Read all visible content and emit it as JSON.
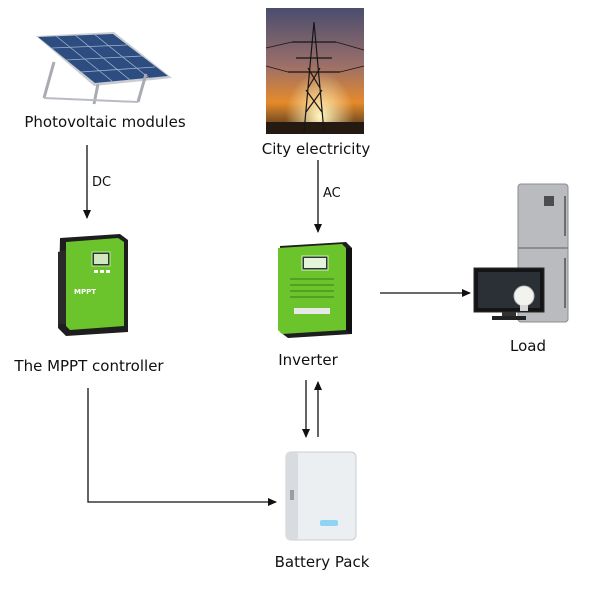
{
  "nodes": {
    "pv": {
      "label": "Photovoltaic modules"
    },
    "grid": {
      "label": "City electricity"
    },
    "mppt": {
      "label": "The MPPT controller",
      "device_text": "MPPT"
    },
    "inverter": {
      "label": "Inverter"
    },
    "load": {
      "label": "Load"
    },
    "battery": {
      "label": "Battery Pack"
    }
  },
  "edges": [
    {
      "from": "pv",
      "to": "mppt",
      "label": "DC"
    },
    {
      "from": "grid",
      "to": "inverter",
      "label": "AC"
    },
    {
      "from": "inverter",
      "to": "load",
      "label": ""
    },
    {
      "from": "inverter",
      "to": "battery",
      "label": ""
    },
    {
      "from": "battery",
      "to": "inverter",
      "label": ""
    },
    {
      "from": "mppt",
      "to": "battery",
      "label": ""
    }
  ],
  "colors": {
    "device_green": "#6cc42c",
    "device_dark": "#1e1e1e",
    "solar_blue": "#2f4f82",
    "sky_orange": "#e58a2b",
    "arrow": "#111111"
  }
}
